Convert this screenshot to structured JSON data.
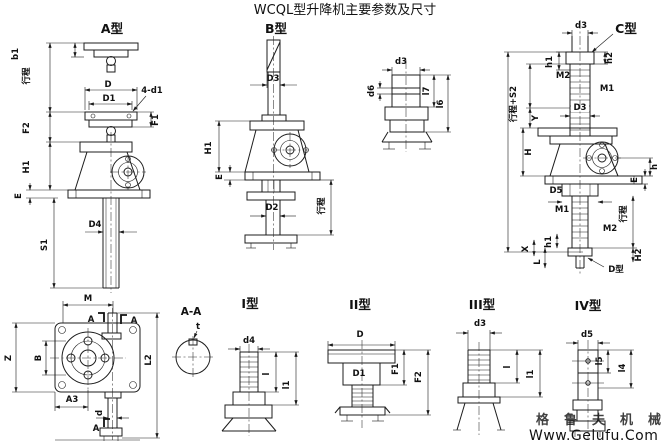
{
  "title": "WCQL型升降机主要参数及尺寸",
  "watermark": {
    "brand": "格鲁夫机械",
    "url": "Www.Gelufu.Com"
  },
  "colors": {
    "line": "#1c1c1c",
    "title": "#5f5f5f",
    "watermark_brand": "#dc8f8f",
    "watermark_url": "#b8b8b8",
    "background": "#ffffff"
  },
  "views": {
    "typeA": {
      "label": "A型",
      "dims": {
        "b1": "b1",
        "stroke": "行程",
        "D": "D",
        "D1": "D1",
        "holes": "4-d1",
        "F1": "F1",
        "F2": "F2",
        "H1": "H1",
        "E": "E",
        "D4": "D4",
        "S1": "S1"
      }
    },
    "typeB": {
      "label": "B型",
      "dims": {
        "D3": "D3",
        "H1": "H1",
        "E": "E",
        "stroke": "行程",
        "D2": "D2"
      }
    },
    "screwTopDetail": {
      "dims": {
        "d3": "d3",
        "d6": "d6",
        "l7": "l7",
        "l6": "l6"
      }
    },
    "typeC": {
      "label": "C型",
      "dims": {
        "d3": "d3",
        "h2": "h2",
        "h1Top": "h1",
        "M2Top": "M2",
        "M1Top": "M1",
        "D3": "D3",
        "strokePlusS2": "行程+S2",
        "strokeTop": "行程",
        "Y": "Y",
        "H": "H",
        "h": "h",
        "E": "E",
        "D5": "D5",
        "M1Bottom": "M1",
        "M2Bottom": "M2",
        "strokeBottom": "行程",
        "h1Bottom": "h1",
        "X": "X",
        "L": "L",
        "H2": "H2",
        "typeDCallout": "D型"
      }
    },
    "planView": {
      "dims": {
        "M": "M",
        "sectionA1": "A",
        "sectionA2": "A",
        "sectionA3": "A",
        "Z": "Z",
        "B": "B",
        "L2": "L2",
        "A3": "A3",
        "d": "d"
      }
    },
    "sectionAA": {
      "label": "A-A",
      "dims": {
        "t": "t"
      }
    },
    "typeI": {
      "label": "I型",
      "dims": {
        "d4": "d4",
        "l": "l",
        "l1": "l1"
      }
    },
    "typeII": {
      "label": "II型",
      "dims": {
        "D": "D",
        "D1": "D1",
        "F1": "F1",
        "F2": "F2"
      }
    },
    "typeIII": {
      "label": "III型",
      "dims": {
        "d3": "d3",
        "l": "l",
        "l1": "l1"
      }
    },
    "typeIV": {
      "label": "IV型",
      "dims": {
        "d5": "d5",
        "l5": "l5",
        "l4": "l4"
      }
    }
  }
}
